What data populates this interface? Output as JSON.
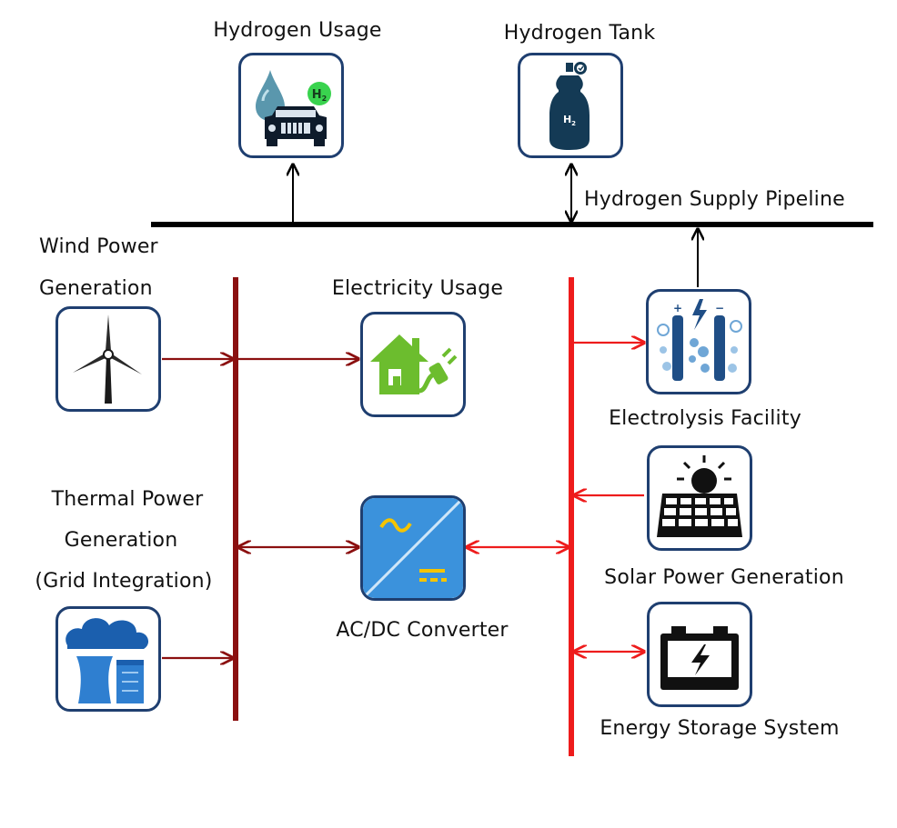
{
  "labels": {
    "hydrogen_usage": "Hydrogen Usage",
    "hydrogen_tank": "Hydrogen Tank",
    "hydrogen_supply_pipeline": "Hydrogen Supply Pipeline",
    "wind_power_line1": "Wind Power",
    "wind_power_line2": "Generation",
    "electricity_usage": "Electricity Usage",
    "electrolysis_facility": "Electrolysis Facility",
    "thermal_line1": "Thermal Power",
    "thermal_line2": "Generation",
    "thermal_line3": "(Grid Integration)",
    "ac_dc_converter": "AC/DC Converter",
    "solar_power_generation": "Solar Power Generation",
    "energy_storage_system": "Energy Storage System"
  },
  "icon_text": {
    "h2_badge": "H",
    "h2_sub": "2",
    "tank_mark": "H",
    "tank_sub": "2"
  },
  "colors": {
    "hydrogen_bus": "#000000",
    "ac_bus": "#8b1010",
    "dc_bus": "#ee1c1c",
    "box_border": "#1f3f70"
  }
}
